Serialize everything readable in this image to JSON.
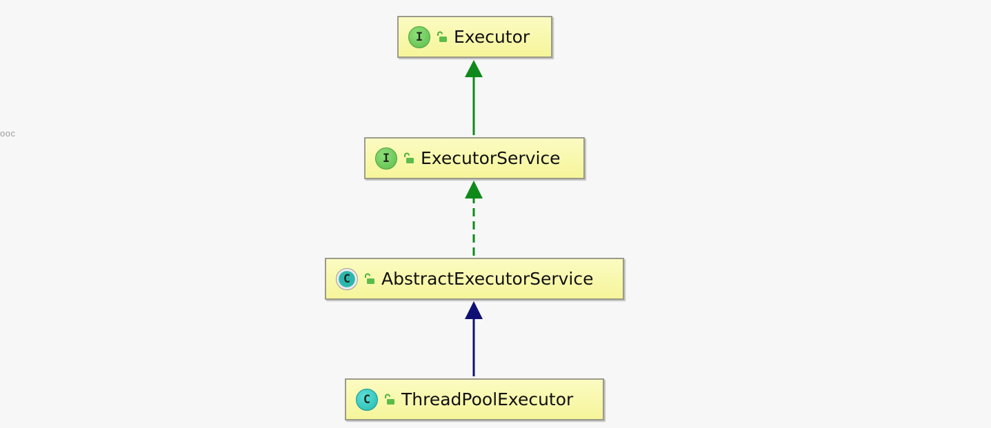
{
  "watermark": "ooc",
  "colors": {
    "node_fill": "#f8f7a8",
    "extends_interface": "#0f8a1a",
    "extends_class": "#101074",
    "implements": "#0f8a1a"
  },
  "nodes": [
    {
      "id": "executor",
      "kind": "I",
      "kind_type": "interface",
      "label": "Executor",
      "icon": "unlock-icon"
    },
    {
      "id": "executor-service",
      "kind": "I",
      "kind_type": "interface",
      "label": "ExecutorService",
      "icon": "unlock-icon"
    },
    {
      "id": "abstract-executor-service",
      "kind": "C",
      "kind_type": "abstract class",
      "label": "AbstractExecutorService",
      "icon": "unlock-icon"
    },
    {
      "id": "thread-pool-executor",
      "kind": "C",
      "kind_type": "class",
      "label": "ThreadPoolExecutor",
      "icon": "unlock-icon"
    }
  ],
  "links": [
    {
      "from": "executor-service",
      "to": "executor",
      "style": "solid",
      "color": "#0f8a1a"
    },
    {
      "from": "abstract-executor-service",
      "to": "executor-service",
      "style": "dashed",
      "color": "#0f8a1a"
    },
    {
      "from": "thread-pool-executor",
      "to": "abstract-executor-service",
      "style": "solid",
      "color": "#101074"
    }
  ]
}
